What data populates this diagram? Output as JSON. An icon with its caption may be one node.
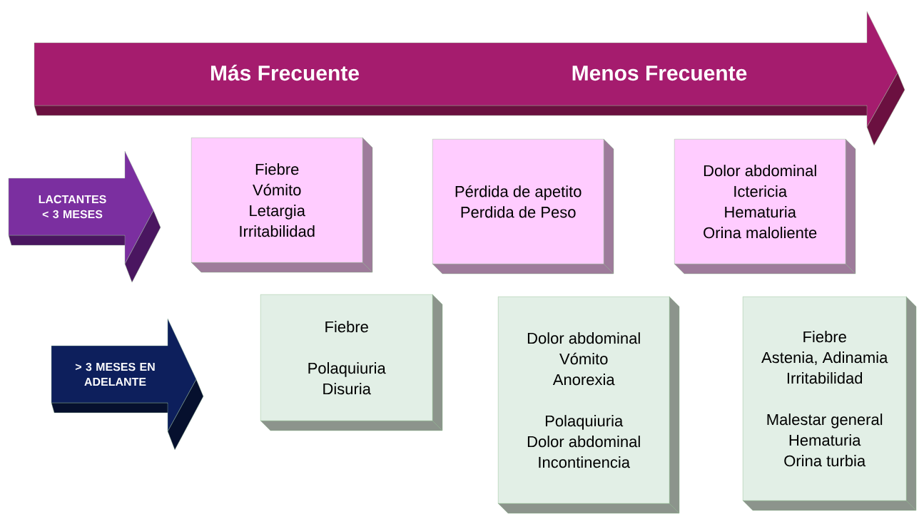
{
  "diagram": {
    "nodes": [
      {
        "text": [
          "Más Frecuente",
          "Menos Frecuente"
        ]
      },
      {
        "text": [
          "LACTANTES < 3 MESES"
        ]
      },
      {
        "text": [
          "> 3 MESES EN ADELANTE"
        ]
      },
      {
        "text": [
          "Fiebre",
          "Vómito",
          "Letargia",
          "Irritabilidad"
        ]
      },
      {
        "text": [
          "Pérdida de apetito",
          "Perdida de Peso"
        ]
      },
      {
        "text": [
          "Dolor abdominal",
          "Ictericia",
          "Hematuria",
          "Orina maloliente"
        ]
      },
      {
        "text": [
          "Fiebre",
          "Polaquiuria",
          "Disuria"
        ]
      },
      {
        "text": [
          "Dolor abdominal",
          "Vómito",
          "Anorexia",
          "Polaquiuria",
          "Dolor abdominal",
          "Incontinencia"
        ]
      },
      {
        "text": [
          "Fiebre",
          "Astenia, Adinamia",
          "Irritabilidad",
          "Malestar general",
          "Hematuria",
          "Orina turbia"
        ]
      }
    ]
  }
}
